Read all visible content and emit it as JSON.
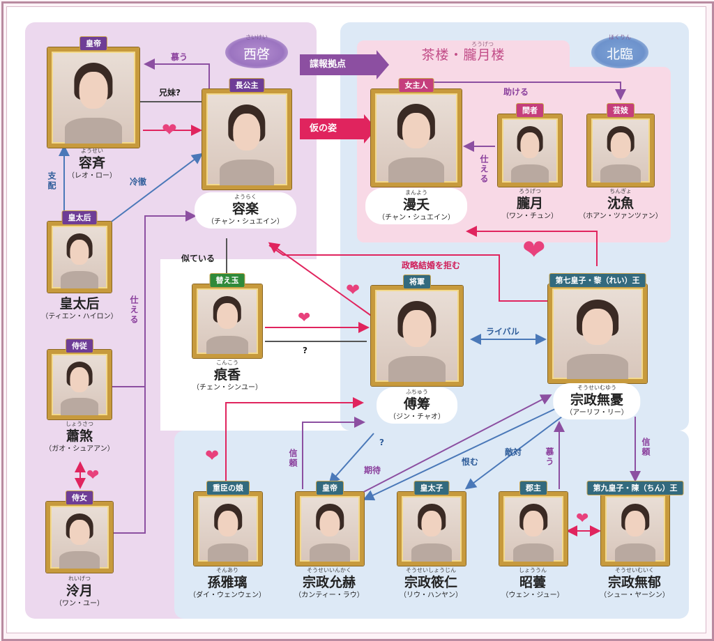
{
  "regions": {
    "west": {
      "ruby": "さいけい",
      "label": "西啓"
    },
    "north": {
      "ruby": "ほくりん",
      "label": "北臨"
    },
    "teahouse": {
      "ruby": "ろうげつ",
      "label": "茶楼・朧月楼"
    }
  },
  "characters": {
    "emperor_west": {
      "tag": "皇帝",
      "ruby": "ようせい",
      "name": "容斉",
      "actor": "（レオ・ロー）"
    },
    "princess": {
      "tag": "長公主",
      "ruby": "ようらく",
      "name": "容楽",
      "actor": "（チャン・シュエイン）"
    },
    "empress_dowager": {
      "tag": "皇太后",
      "name": "皇太后",
      "actor": "（ティエン・ハイロン）"
    },
    "attendant": {
      "tag": "侍従",
      "ruby": "しょうさつ",
      "name": "蕭煞",
      "actor": "（ガオ・シュアアン）"
    },
    "maid": {
      "tag": "侍女",
      "ruby": "れいげつ",
      "name": "泠月",
      "actor": "（ワン・ユー）"
    },
    "double": {
      "tag": "替え玉",
      "ruby": "こんこう",
      "name": "痕香",
      "actor": "（チェン・シンユー）"
    },
    "proprietress": {
      "tag": "女主人",
      "ruby": "まんよう",
      "name": "漫夭",
      "actor": "（チャン・シュエイン）"
    },
    "spy": {
      "tag": "間者",
      "ruby": "ろうげつ",
      "name": "朧月",
      "actor": "（ワン・チュン）"
    },
    "geisha": {
      "tag": "芸妓",
      "ruby": "ちんぎょ",
      "name": "沈魚",
      "actor": "（ホアン・ツァンツァン）"
    },
    "general": {
      "tag": "将軍",
      "ruby": "ふちゅう",
      "name": "傅筹",
      "actor": "（ジン・チャオ）"
    },
    "seventh_prince": {
      "tag": "第七皇子・黎（れい）王",
      "ruby": "そうせいむゆう",
      "name": "宗政無憂",
      "actor": "（アーリフ・リー）"
    },
    "minister_daughter": {
      "tag": "重臣の娘",
      "ruby": "そんあり",
      "name": "孫雅璃",
      "actor": "（ダイ・ウェンウェン）"
    },
    "emperor_north": {
      "tag": "皇帝",
      "ruby": "そうせいいんかく",
      "name": "宗政允赫",
      "actor": "（カンティー・ラウ）"
    },
    "crown_prince": {
      "tag": "皇太子",
      "ruby": "そうせいしょうじん",
      "name": "宗政筱仁",
      "actor": "（リウ・ハンヤン）"
    },
    "county_princess": {
      "tag": "郡主",
      "ruby": "しょううん",
      "name": "昭蕓",
      "actor": "（ウェン・ジュー）"
    },
    "ninth_prince": {
      "tag": "第九皇子・陳（ちん）王",
      "ruby": "そうせいむいく",
      "name": "宗政無郁",
      "actor": "（シュー・ヤーシン）"
    }
  },
  "relations": {
    "admire": "慕う",
    "siblings": "兄妹?",
    "control": "支配",
    "cold": "冷徹",
    "serve": "仕える",
    "intel_base": "諜報拠点",
    "disguise": "仮の姿",
    "help": "助ける",
    "serve2": "仕える",
    "resemble": "似ている",
    "refuse_marriage": "政略結婚を拒む",
    "rival": "ライバル",
    "unknown": "?",
    "trust": "信頼",
    "expect": "期待",
    "resent": "恨む",
    "hostile": "敵対",
    "admire2": "慕う",
    "trust2": "信頼"
  },
  "colors": {
    "purple": "#8c4fa1",
    "pink": "#e0245e",
    "blue": "#4a78b8",
    "dark": "#555555"
  }
}
